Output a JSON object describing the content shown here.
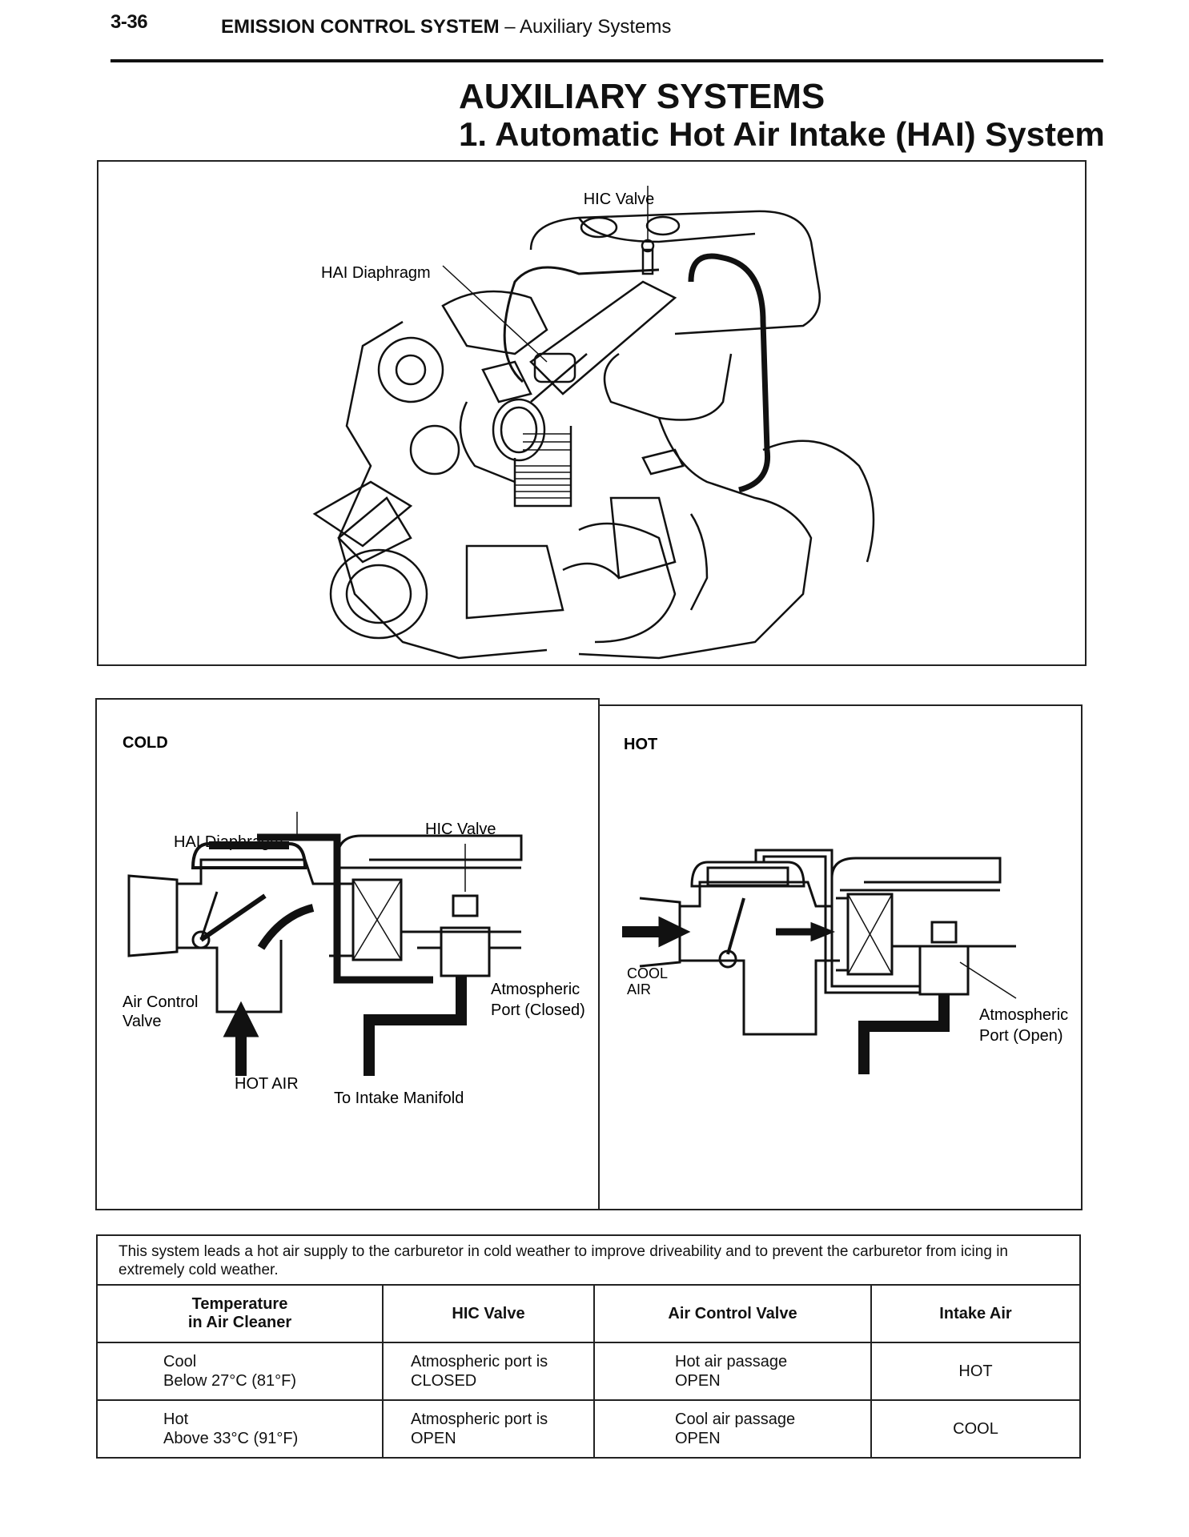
{
  "header": {
    "page_number": "3-36",
    "section": "EMISSION CONTROL SYSTEM",
    "separator": " – ",
    "subsection": "Auxiliary Systems"
  },
  "title": {
    "main": "AUXILIARY SYSTEMS",
    "sub": "1. Automatic Hot Air Intake (HAI) System"
  },
  "engine_figure": {
    "hic_valve_label": "HIC Valve",
    "hai_diaphragm_label": "HAI Diaphragm"
  },
  "cold_panel": {
    "heading": "COLD",
    "hai_diaphragm": "HAI Diaphragm",
    "hic_valve": "HIC Valve",
    "air_control_valve_1": "Air Control",
    "air_control_valve_2": "Valve",
    "atmospheric_1": "Atmospheric",
    "atmospheric_2": "Port (Closed)",
    "hot_air": "HOT AIR",
    "to_intake": "To Intake Manifold"
  },
  "hot_panel": {
    "heading": "HOT",
    "cool_1": "COOL",
    "cool_2": "AIR",
    "atmospheric_1": "Atmospheric",
    "atmospheric_2": "Port (Open)"
  },
  "table": {
    "intro": "This system leads a hot air supply to the carburetor in cold weather to improve driveability and to prevent the carburetor from icing in extremely cold weather.",
    "headers": [
      "Temperature\nin Air Cleaner",
      "HIC Valve",
      "Air Control Valve",
      "Intake Air"
    ],
    "rows": [
      [
        "Cool\nBelow 27°C (81°F)",
        "Atmospheric port is\nCLOSED",
        "Hot air passage\nOPEN",
        "HOT"
      ],
      [
        "Hot\nAbove 33°C (91°F)",
        "Atmospheric port is\nOPEN",
        "Cool air passage\nOPEN",
        "COOL"
      ]
    ]
  }
}
